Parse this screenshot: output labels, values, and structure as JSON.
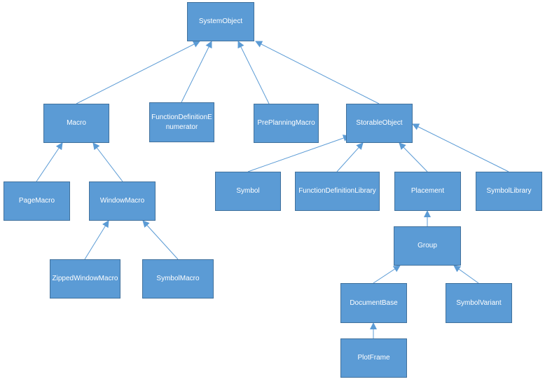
{
  "diagram": {
    "colors": {
      "node_fill": "#5b9bd5",
      "node_border": "#41719c",
      "node_text": "#ffffff",
      "edge": "#5b9bd5"
    },
    "nodes": {
      "systemobject": "SystemObject",
      "macro": "Macro",
      "fde": "FunctionDefinitionEnumerator",
      "preplanning": "PrePlanningMacro",
      "storable": "StorableObject",
      "pagemacro": "PageMacro",
      "windowmacro": "WindowMacro",
      "symbol": "Symbol",
      "fdl": "FunctionDefinitionLibrary",
      "placement": "Placement",
      "symbollib": "SymbolLibrary",
      "zipped": "ZippedWindowMacro",
      "symbolmacro": "SymbolMacro",
      "group": "Group",
      "docbase": "DocumentBase",
      "symvariant": "SymbolVariant",
      "plotframe": "PlotFrame"
    },
    "edges": [
      {
        "from": "macro",
        "to": "systemobject"
      },
      {
        "from": "fde",
        "to": "systemobject"
      },
      {
        "from": "preplanning",
        "to": "systemobject"
      },
      {
        "from": "storable",
        "to": "systemobject"
      },
      {
        "from": "pagemacro",
        "to": "macro"
      },
      {
        "from": "windowmacro",
        "to": "macro"
      },
      {
        "from": "zipped",
        "to": "windowmacro"
      },
      {
        "from": "symbolmacro",
        "to": "windowmacro"
      },
      {
        "from": "symbol",
        "to": "storable"
      },
      {
        "from": "fdl",
        "to": "storable"
      },
      {
        "from": "placement",
        "to": "storable"
      },
      {
        "from": "symbollib",
        "to": "storable"
      },
      {
        "from": "group",
        "to": "placement"
      },
      {
        "from": "docbase",
        "to": "group"
      },
      {
        "from": "symvariant",
        "to": "group"
      },
      {
        "from": "plotframe",
        "to": "docbase"
      }
    ]
  }
}
